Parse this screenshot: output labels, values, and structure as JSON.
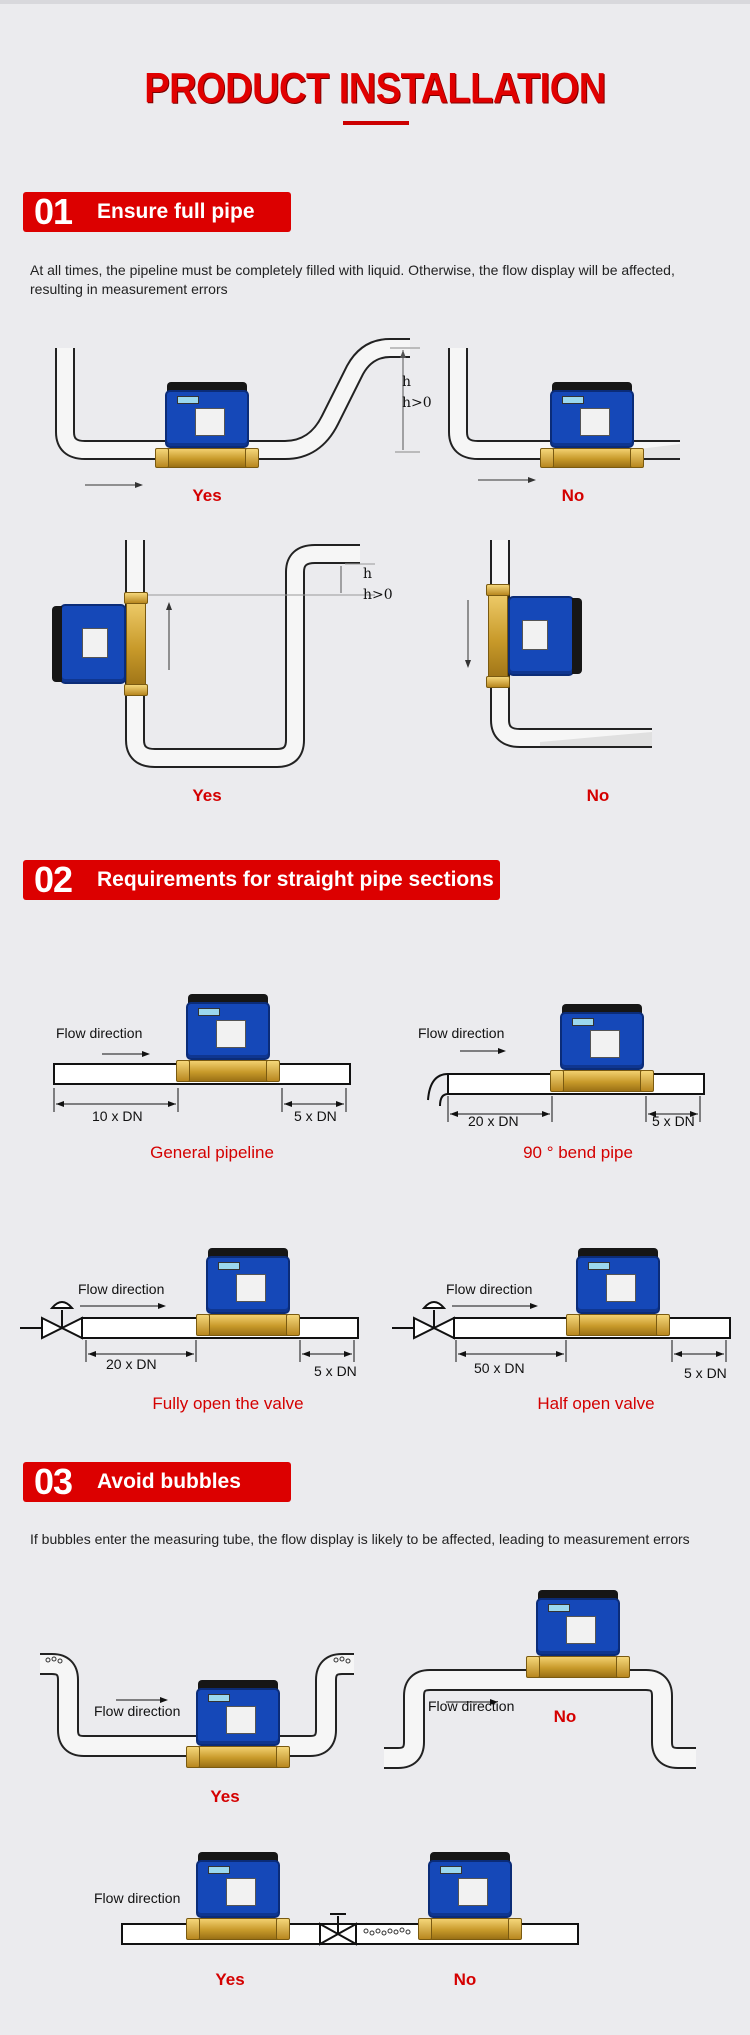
{
  "title": "PRODUCT INSTALLATION",
  "sections": [
    {
      "num": "01",
      "title": "Ensure full pipe",
      "desc": "At all times, the pipeline must be completely filled with liquid. Otherwise, the flow display will be affected, resulting in measurement errors",
      "captions": [
        "Yes",
        "No",
        "Yes",
        "No"
      ],
      "h_label": "h",
      "h_cond": "h>0"
    },
    {
      "num": "02",
      "title": "Requirements for straight pipe sections",
      "flow": "Flow direction",
      "diagrams": [
        {
          "caption": "General pipeline",
          "up": "10 x DN",
          "down": "5 x DN"
        },
        {
          "caption": "90 ° bend pipe",
          "up": "20 x DN",
          "down": "5 x DN"
        },
        {
          "caption": "Fully open the valve",
          "up": "20 x DN",
          "down": "5 x DN"
        },
        {
          "caption": "Half open valve",
          "up": "50 x DN",
          "down": "5 x DN"
        }
      ]
    },
    {
      "num": "03",
      "title": "Avoid bubbles",
      "desc": "If bubbles enter the measuring tube, the flow display is likely to be affected, leading to measurement errors",
      "flow": "Flow direction",
      "captions": [
        "Yes",
        "No",
        "Yes",
        "No"
      ]
    }
  ],
  "colors": {
    "accent": "#dc0000",
    "meter_blue": "#1548b8",
    "brass": "#c89a2a",
    "background": "#ebebee"
  }
}
